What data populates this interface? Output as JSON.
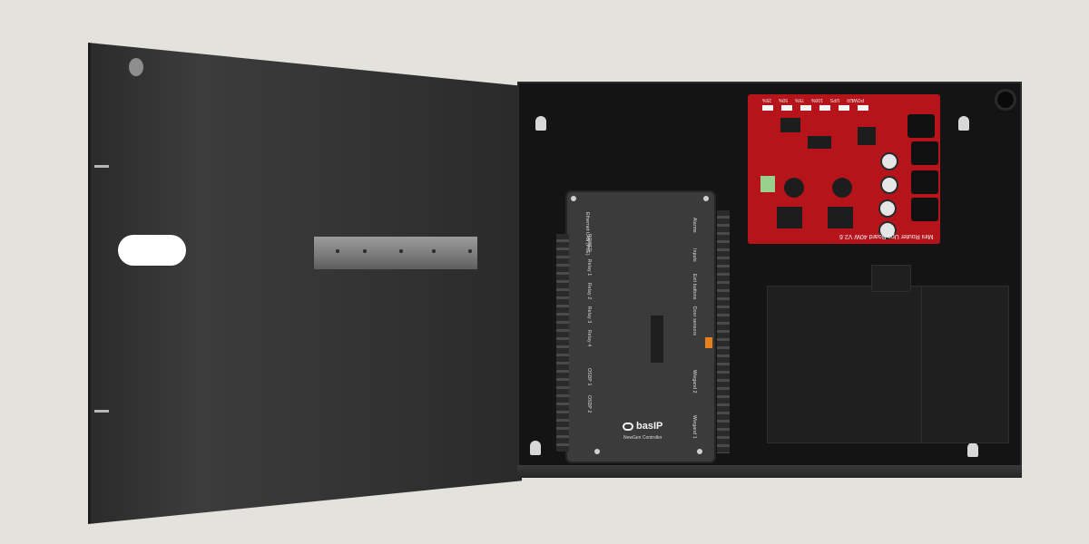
{
  "controller": {
    "brand": "bas",
    "brand_suffix": "IP",
    "model": "NewGen Controller",
    "left_labels": [
      "POWER",
      "Relay 1",
      "Relay 2",
      "Relay 3",
      "Relay 4",
      "OSDP 1",
      "OSDP 2"
    ],
    "right_labels": [
      "Alarms",
      "Inputs",
      "Exit buttons",
      "Door sensors",
      "Wiegand 2",
      "Wiegand 1"
    ],
    "top_label": "Ethernet LAN (PoE)"
  },
  "ups_board": {
    "title": "Mini Router Ups Board 40W V2.6",
    "top_labels": [
      "POWER",
      "UPS",
      "100%",
      "75%",
      "50%",
      "25%"
    ]
  },
  "colors": {
    "background": "#e4e2dd",
    "cabinet": "#141414",
    "board_red": "#b5141b",
    "accent_orange": "#e7801f"
  }
}
